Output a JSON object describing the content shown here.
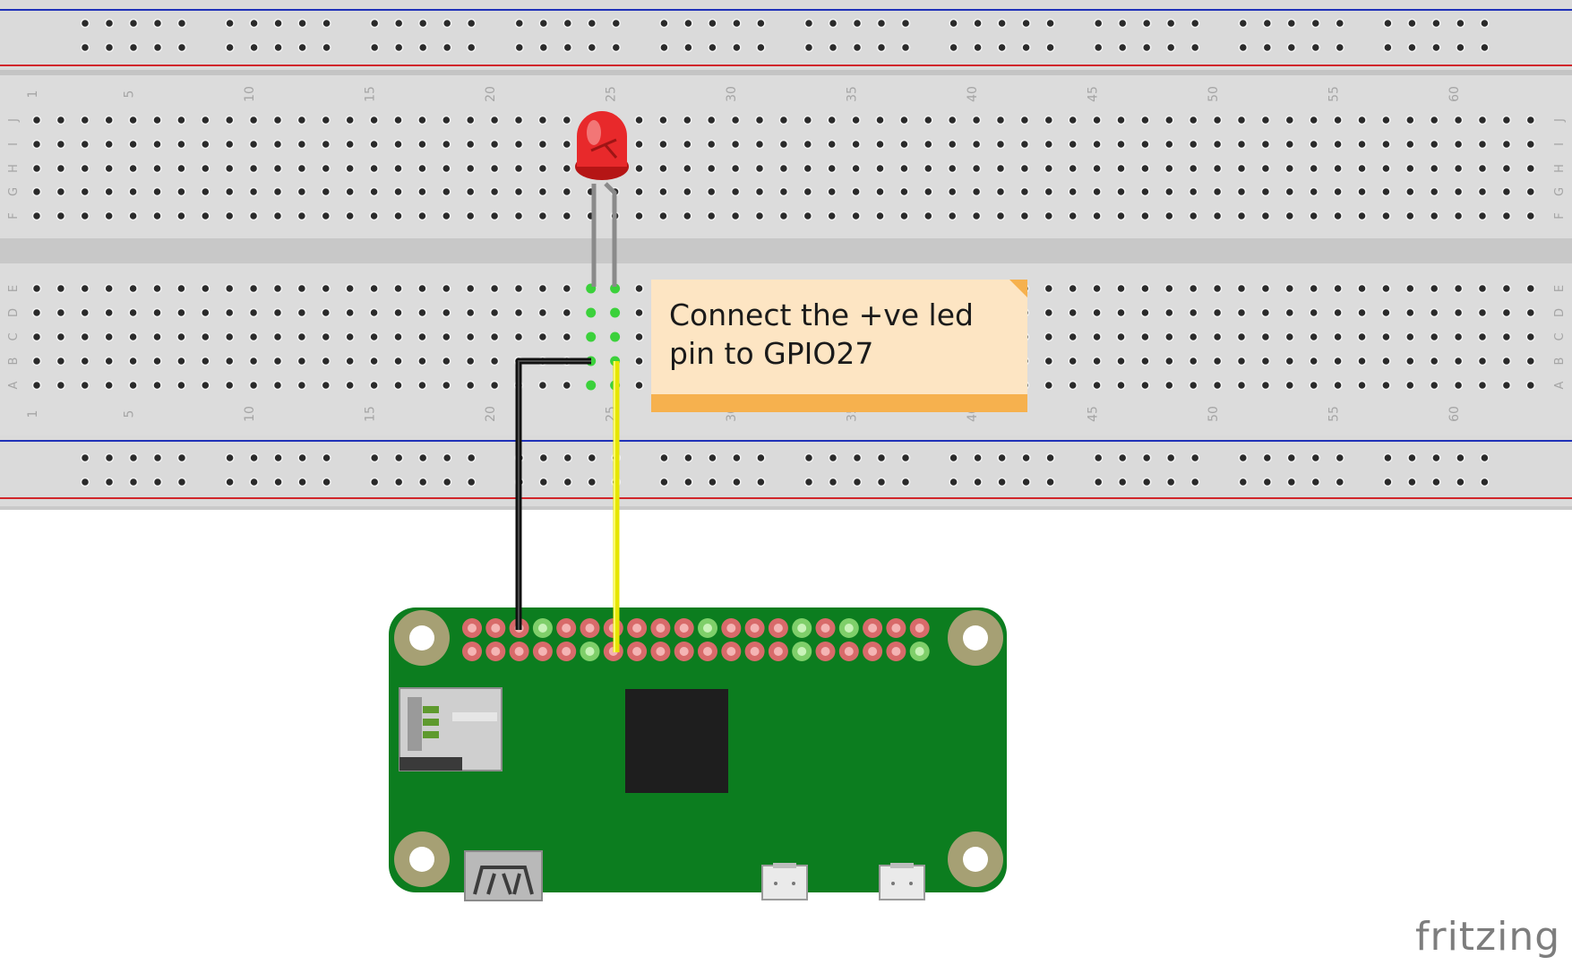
{
  "breadboard": {
    "column_labels": [
      "1",
      "5",
      "10",
      "15",
      "20",
      "25",
      "30",
      "35",
      "40",
      "45",
      "50",
      "55",
      "60"
    ],
    "row_labels_top": [
      "J",
      "I",
      "H",
      "G",
      "F"
    ],
    "row_labels_bottom": [
      "E",
      "D",
      "C",
      "B",
      "A"
    ]
  },
  "note": {
    "text": "Connect the +ve led\npin to GPIO27"
  },
  "branding": {
    "logo_text": "fritzing"
  },
  "colors": {
    "breadboard": "#d9d9d9",
    "rail_red": "#d1262b",
    "rail_blue": "#1f31b8",
    "pcb_green": "#0c7d1f",
    "wire_yellow": "#f0f000",
    "wire_black": "#111111",
    "led_red": "#e61a1a",
    "note_fill": "#fde5c3",
    "note_bar": "#f6b14e"
  }
}
